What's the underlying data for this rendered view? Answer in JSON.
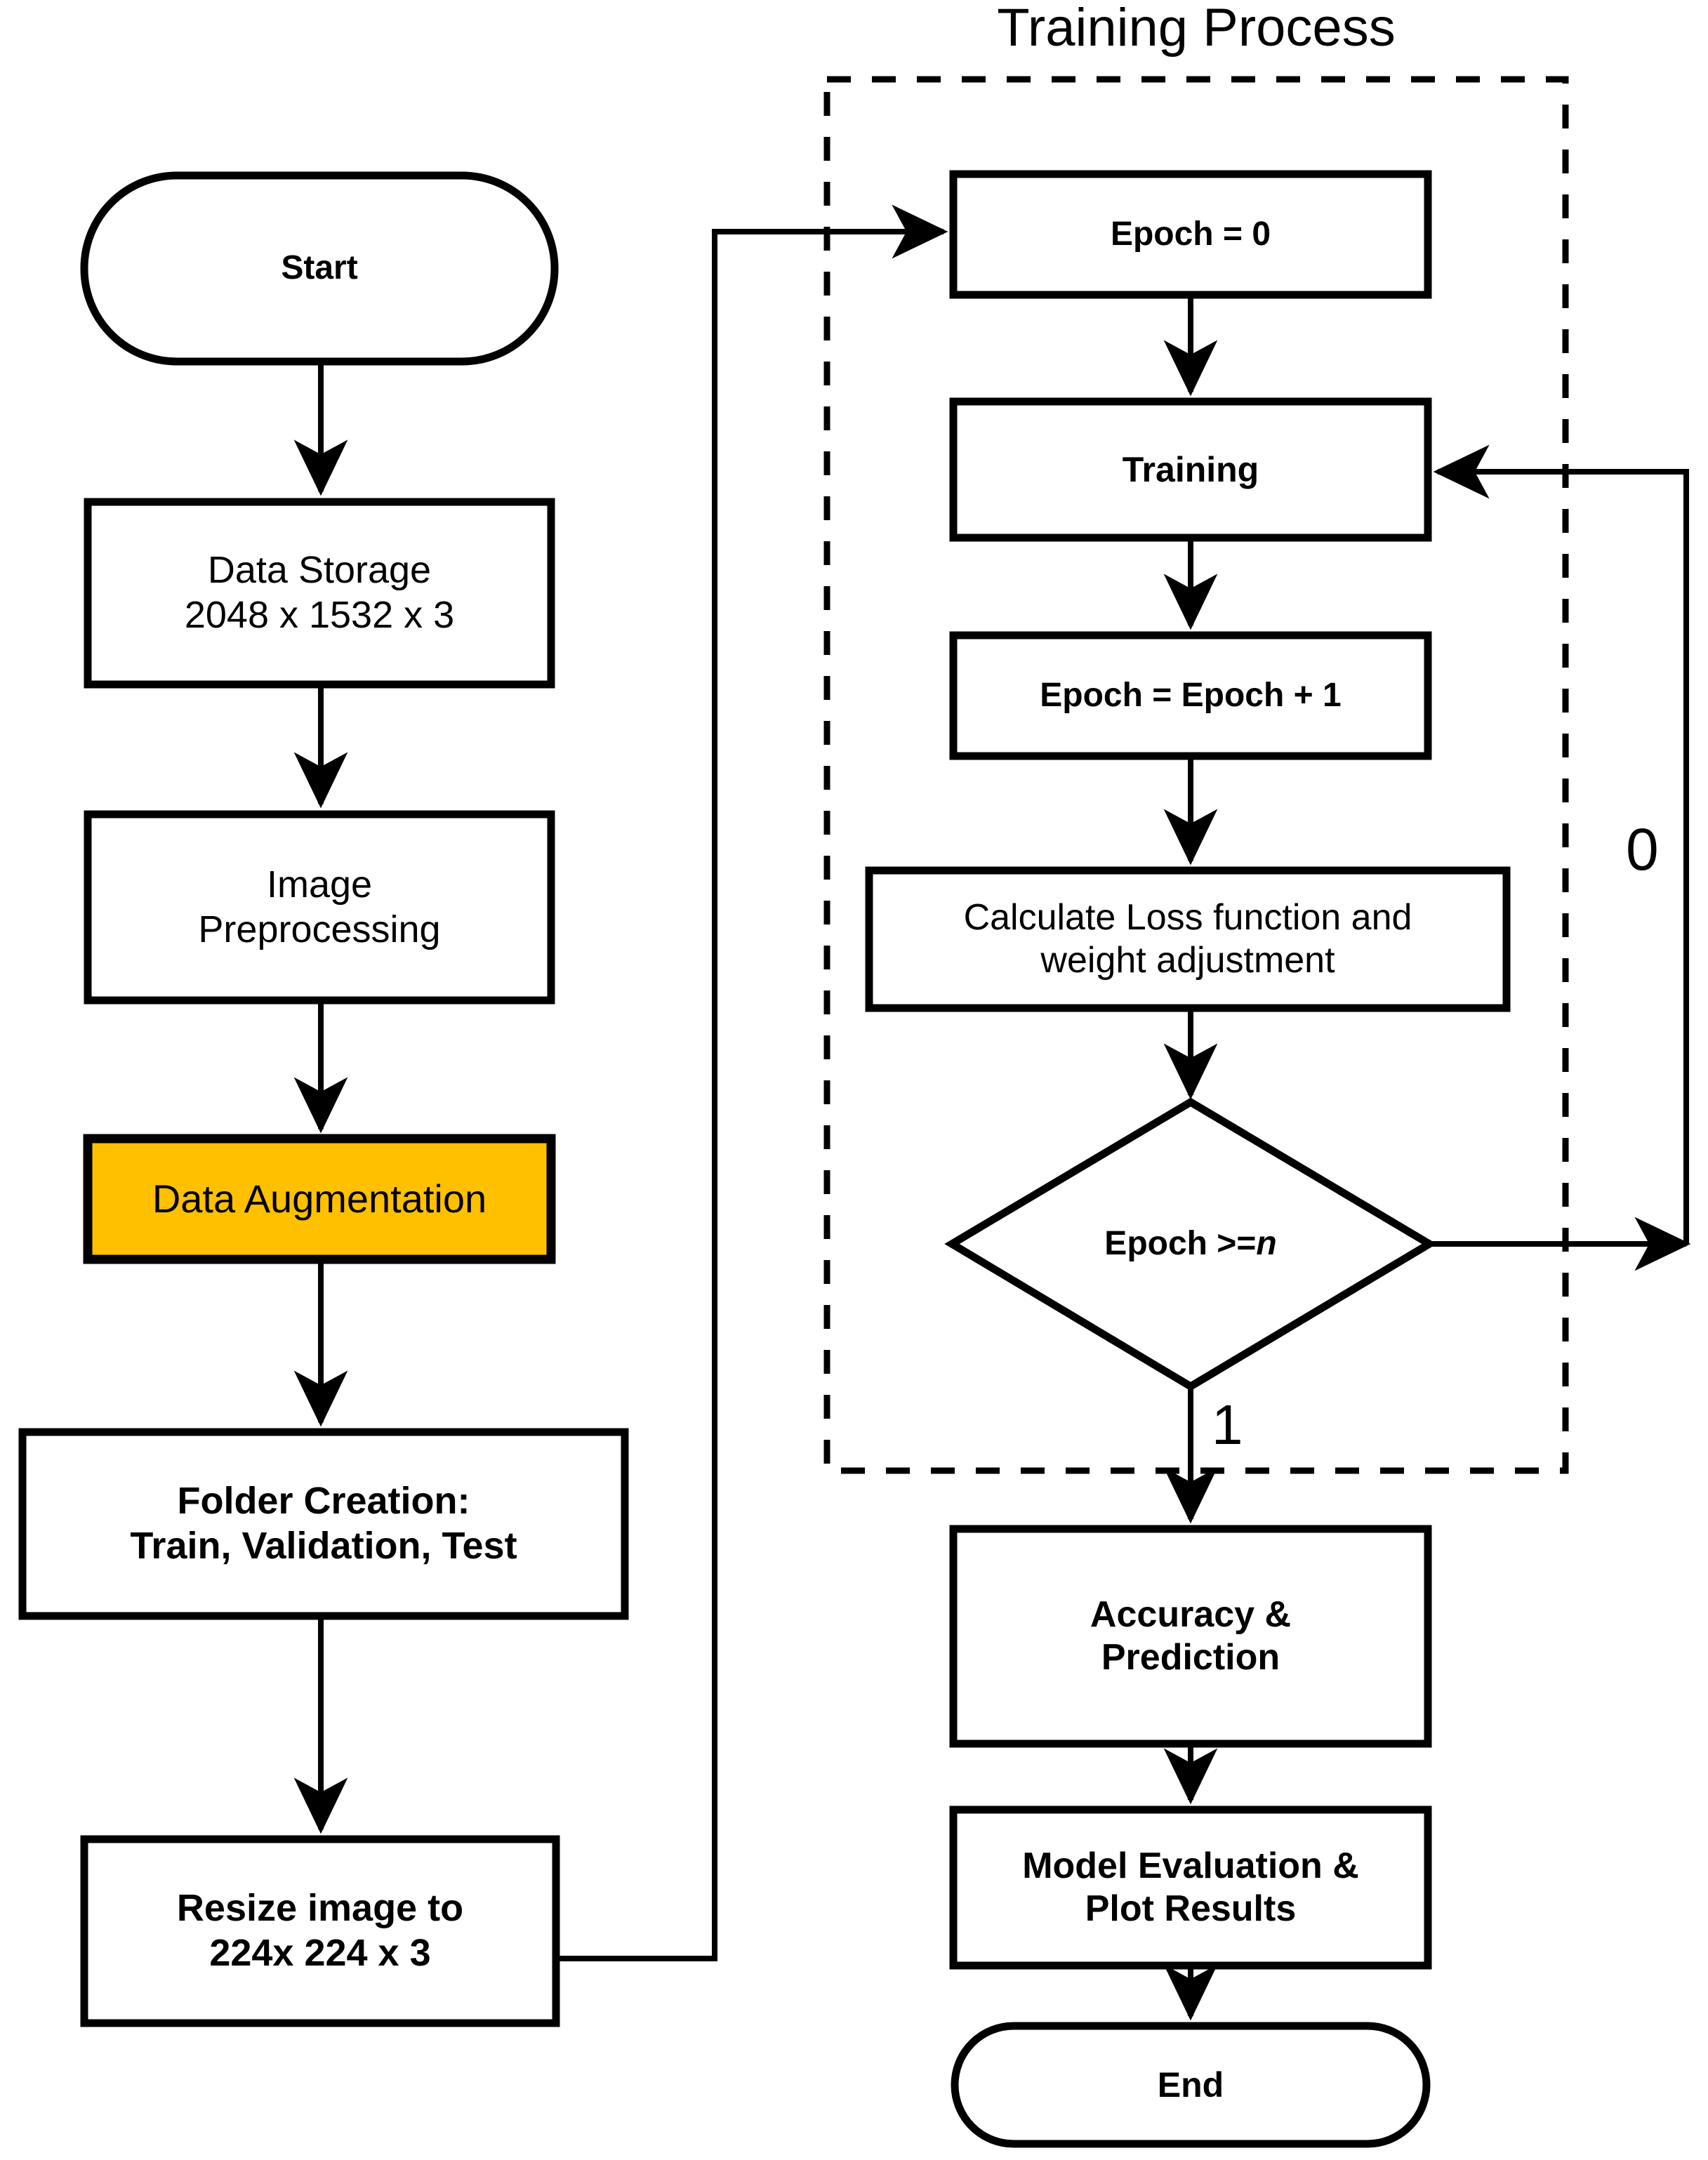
{
  "diagram": {
    "title": "Training Process",
    "background_color": "#ffffff",
    "stroke_color": "#000000",
    "highlight_color": "#FFC000"
  },
  "nodes": {
    "start": {
      "label": "Start",
      "shape": "terminator"
    },
    "data_storage": {
      "label": "Data Storage\n2048 x 1532 x 3",
      "shape": "process"
    },
    "image_preprocessing": {
      "label": "Image\nPreprocessing",
      "shape": "process"
    },
    "data_augmentation": {
      "label": "Data Augmentation",
      "shape": "process",
      "fill": "#FFC000"
    },
    "folder_creation": {
      "label": "Folder Creation:\nTrain, Validation, Test",
      "shape": "process"
    },
    "resize_image": {
      "label": "Resize image to\n224x 224 x 3",
      "shape": "process"
    },
    "epoch_init": {
      "label": "Epoch = 0",
      "shape": "process"
    },
    "training": {
      "label": "Training",
      "shape": "process"
    },
    "epoch_increment": {
      "label": "Epoch = Epoch + 1",
      "shape": "process"
    },
    "calculate_loss": {
      "label": "Calculate Loss function and\nweight adjustment",
      "shape": "process"
    },
    "epoch_check": {
      "label_prefix": "Epoch >= ",
      "label_italic": "n",
      "shape": "decision"
    },
    "accuracy_prediction": {
      "label": "Accuracy &\nPrediction",
      "shape": "process"
    },
    "model_evaluation": {
      "label": "Model Evaluation &\nPlot Results",
      "shape": "process"
    },
    "end": {
      "label": "End",
      "shape": "terminator"
    }
  },
  "edge_labels": {
    "false_branch": "0",
    "true_branch": "1"
  }
}
